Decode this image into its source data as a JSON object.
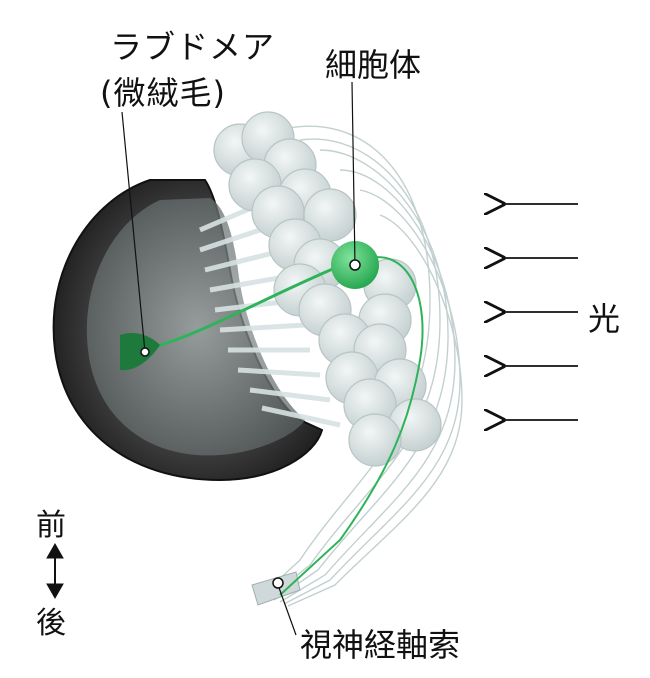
{
  "labels": {
    "rhabdome_line1": "ラブドメア",
    "rhabdome_line2": "(微絨毛)",
    "cell_body": "細胞体",
    "light": "光",
    "anterior": "前",
    "posterior": "後",
    "optic_nerve_axon": "視神経軸索"
  },
  "colors": {
    "highlight_green": "#2fb35a",
    "dark_green": "#1e7a3c",
    "cup_dark": "#2b2b2b",
    "cell_gray": "#dfe6e6",
    "fiber_gray": "#c3d0d0",
    "arrow": "#111111"
  }
}
